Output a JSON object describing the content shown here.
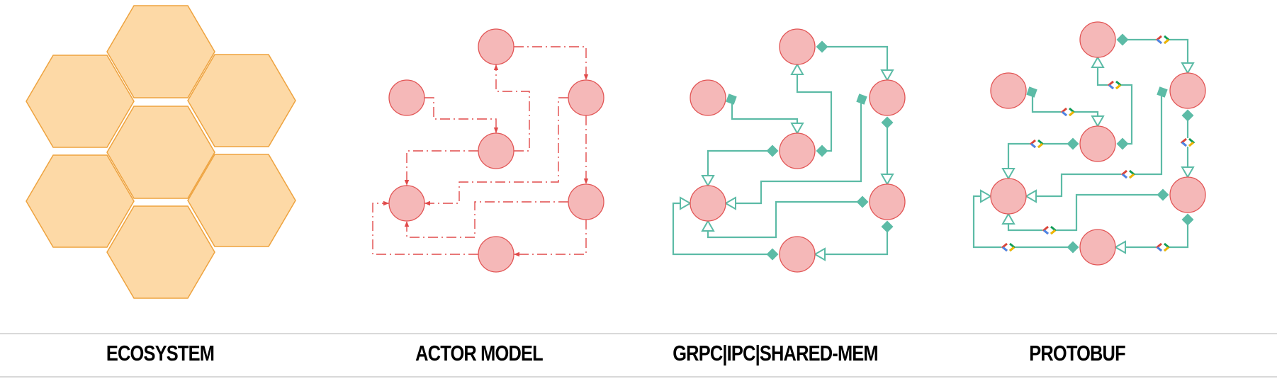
{
  "colors": {
    "hex_fill": "#fdd9a6",
    "hex_stroke": "#eea33f",
    "node_fill": "#f5b8b8",
    "node_stroke": "#e25555",
    "actor_edge": "#e04a4a",
    "link_edge": "#5cbba6",
    "divider": "#d9d9d9",
    "label": "#000000",
    "proto_blue": "#4a86e8",
    "proto_red": "#db4437",
    "proto_green": "#0f9d58",
    "proto_yellow": "#f4b400"
  },
  "panels": [
    {
      "id": "ecosystem",
      "label": "ECOSYSTEM",
      "kind": "hexagons",
      "hexagon_count": 7
    },
    {
      "id": "actor-model",
      "label": "ACTOR MODEL",
      "kind": "actor",
      "node_count": 7
    },
    {
      "id": "grpc-ipc-shared-mem",
      "label": "GRPC|IPC|SHARED-MEM",
      "kind": "links",
      "node_count": 7
    },
    {
      "id": "protobuf",
      "label": "PROTOBUF",
      "kind": "protobuf",
      "node_count": 7
    }
  ],
  "labels": {
    "ecosystem": "ECOSYSTEM",
    "actor_model": "ACTOR MODEL",
    "grpc": "GRPC|IPC|SHARED-MEM",
    "protobuf": "PROTOBUF"
  }
}
